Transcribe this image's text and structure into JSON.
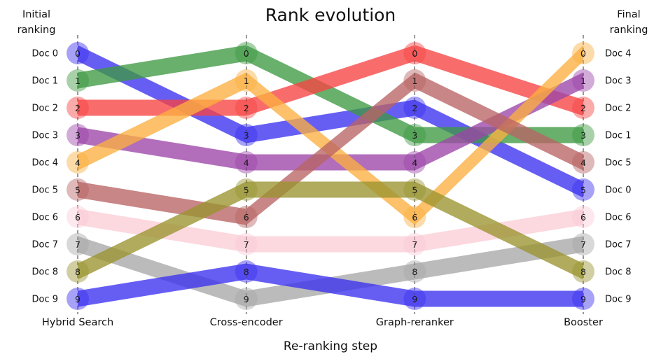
{
  "title": "Rank evolution",
  "axis": {
    "xlabel": "Re-ranking step",
    "left_header": "Initial\nranking",
    "left_header_line1": "Initial",
    "left_header_line2": "ranking",
    "right_header_line1": "Final",
    "right_header_line2": "ranking"
  },
  "left_labels": [
    "Doc 0",
    "Doc 1",
    "Doc 2",
    "Doc 3",
    "Doc 4",
    "Doc 5",
    "Doc 6",
    "Doc 7",
    "Doc 8",
    "Doc 9"
  ],
  "right_labels": [
    "Doc 4",
    "Doc 3",
    "Doc 2",
    "Doc 1",
    "Doc 5",
    "Doc 0",
    "Doc 6",
    "Doc 7",
    "Doc 8",
    "Doc 9"
  ],
  "rank_numbers": [
    "0",
    "1",
    "2",
    "3",
    "4",
    "5",
    "6",
    "7",
    "8",
    "9"
  ],
  "chart_data": {
    "type": "line",
    "title": "Rank evolution",
    "xlabel": "Re-ranking step",
    "ylabel": "",
    "stages": [
      "Hybrid Search",
      "Cross-encoder",
      "Graph-reranker",
      "Booster"
    ],
    "ranks": [
      0,
      1,
      2,
      3,
      4,
      5,
      6,
      7,
      8,
      9
    ],
    "ylim": [
      9,
      0
    ],
    "grid": false,
    "legend": "none",
    "series": [
      {
        "name": "Doc 0",
        "color": "#3b31f0",
        "values": [
          0,
          3,
          2,
          5
        ]
      },
      {
        "name": "Doc 1",
        "color": "#3d9a43",
        "values": [
          1,
          0,
          3,
          3
        ]
      },
      {
        "name": "Doc 2",
        "color": "#f74343",
        "values": [
          2,
          2,
          0,
          2
        ]
      },
      {
        "name": "Doc 3",
        "color": "#9c45a8",
        "values": [
          3,
          4,
          4,
          1
        ]
      },
      {
        "name": "Doc 4",
        "color": "#fbb040",
        "values": [
          4,
          1,
          6,
          0
        ]
      },
      {
        "name": "Doc 5",
        "color": "#b86464",
        "values": [
          5,
          6,
          1,
          4
        ]
      },
      {
        "name": "Doc 6",
        "color": "#fbcdd6",
        "values": [
          6,
          7,
          7,
          6
        ]
      },
      {
        "name": "Doc 7",
        "color": "#a8a8a8",
        "values": [
          7,
          9,
          8,
          7
        ]
      },
      {
        "name": "Doc 8",
        "color": "#9a9430",
        "values": [
          8,
          5,
          5,
          8
        ]
      },
      {
        "name": "Doc 9",
        "color": "#3b31f0",
        "values": [
          9,
          8,
          9,
          9
        ]
      }
    ]
  }
}
